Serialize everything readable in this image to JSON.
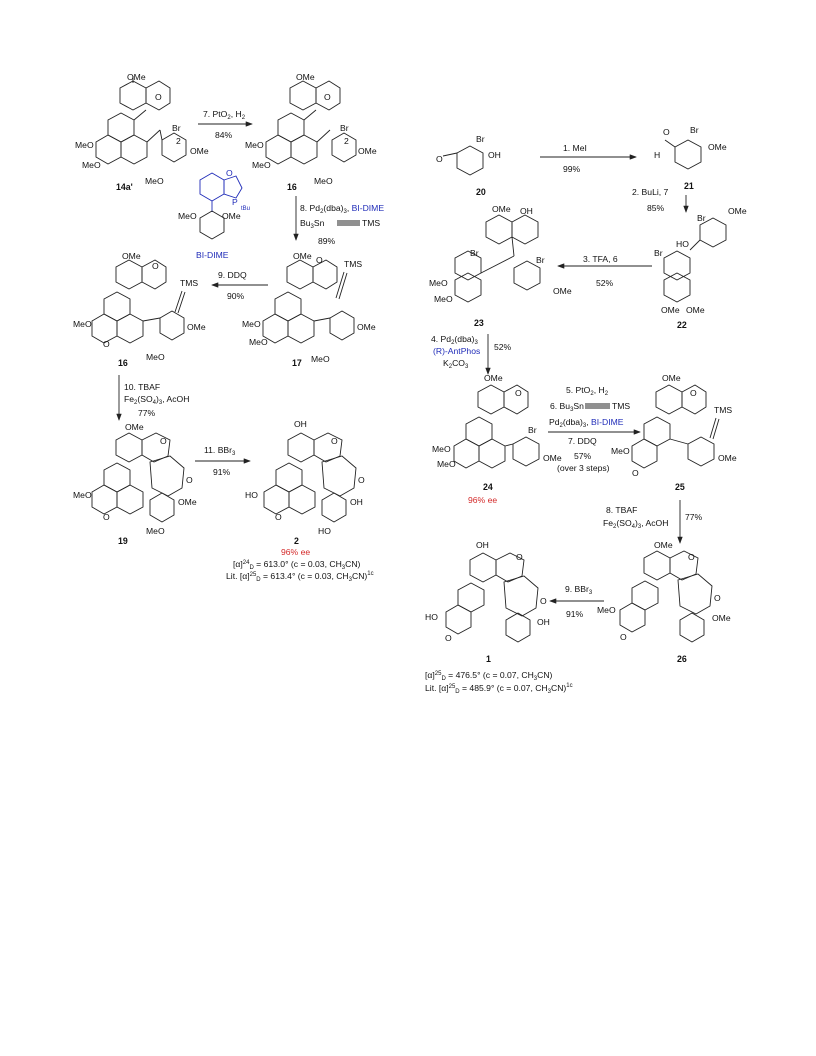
{
  "compounds": {
    "c14a": "14a'",
    "c16a": "16",
    "c16b": "16",
    "c17": "17",
    "c19": "19",
    "c2": "2",
    "c20": "20",
    "c21": "21",
    "c22": "22",
    "c23": "23",
    "c24": "24",
    "c25": "25",
    "c26": "26",
    "c1": "1"
  },
  "groups": {
    "OMe": "OMe",
    "MeO": "MeO",
    "Br": "Br",
    "TMS": "TMS",
    "OH": "OH",
    "HO": "HO",
    "H": "H",
    "O": "O",
    "two": "2",
    "P": "P",
    "tBu": "tBu",
    "bidime_name": "BI-DIME"
  },
  "steps": {
    "s7_reagent": "7. PtO",
    "s7_reagent_sub": "2",
    "s7_reagent_tail": ", H",
    "s7_reagent_tail_sub": "2",
    "s7_yield": "84%",
    "s8_line1": "8. Pd",
    "s8_line1_b": "(dba)",
    "s8_line1_c": ", ",
    "s8_ligand": "BI-DIME",
    "s8_line2_a": "Bu",
    "s8_line2_b": "Sn",
    "s8_tms": "TMS",
    "s8_yield": "89%",
    "s9_reagent": "9. DDQ",
    "s9_yield": "90%",
    "s10_line1": "10. TBAF",
    "s10_line2_a": "Fe",
    "s10_line2_b": "(SO",
    "s10_line2_c": ")",
    "s10_line2_d": ", AcOH",
    "s10_yield": "77%",
    "s11_reagent": "11. BBr",
    "s11_yield": "91%",
    "r1_reagent": "1. MeI",
    "r1_yield": "99%",
    "r2_reagent": "2. BuLi, 7",
    "r2_yield": "85%",
    "r3_reagent": "3. TFA, 6",
    "r3_yield": "52%",
    "r4_line1": "4. Pd",
    "r4_line1_b": "(dba)",
    "r4_ligand": "(R)-AntPhos",
    "r4_line3": "K",
    "r4_line3_b": "CO",
    "r4_yield": "52%",
    "r5_reagent": "5. PtO",
    "r5_tail": ", H",
    "r6_a": "6. Bu",
    "r6_b": "Sn",
    "r6_tms": "TMS",
    "r6_line2_a": "Pd",
    "r6_line2_b": "(dba)",
    "r6_line2_c": ", ",
    "r6_ligand": "BI-DIME",
    "r7_reagent": "7. DDQ",
    "r7_yield": "57%",
    "r7_note": "(over 3 steps)",
    "r8_line1": "8. TBAF",
    "r8_line2_a": "Fe",
    "r8_line2_b": "(SO",
    "r8_line2_c": ")",
    "r8_line2_d": ", AcOH",
    "r8_yield": "77%",
    "r9_reagent": "9. BBr",
    "r9_yield": "91%"
  },
  "ee": {
    "ee2": "96% ee",
    "ee24": "96% ee"
  },
  "rotation": {
    "c2_line1_a": "[α]",
    "c2_line1_sup": "24",
    "c2_line1_sub": "D",
    "c2_line1_b": " = 613.0° (c = 0.03, CH",
    "c2_line1_c": "CN)",
    "c2_line2_a": "Lit. [α]",
    "c2_line2_sup": "25",
    "c2_line2_sub": "D",
    "c2_line2_b": " = 613.4° (c = 0.03, CH",
    "c2_line2_c": "CN)",
    "c2_line2_ref": "1c",
    "c1_line1_a": "[α]",
    "c1_line1_sup": "25",
    "c1_line1_sub": "D",
    "c1_line1_b": " = 476.5° (c = 0.07, CH",
    "c1_line1_c": "CN)",
    "c1_line2_a": "Lit. [α]",
    "c1_line2_sup": "25",
    "c1_line2_sub": "D",
    "c1_line2_b": " = 485.9° (c = 0.07, CH",
    "c1_line2_c": "CN)",
    "c1_line2_ref": "1c"
  },
  "colors": {
    "ligand_blue": "#1f2bb8",
    "ee_red": "#d42a2a",
    "ink": "#111111"
  }
}
